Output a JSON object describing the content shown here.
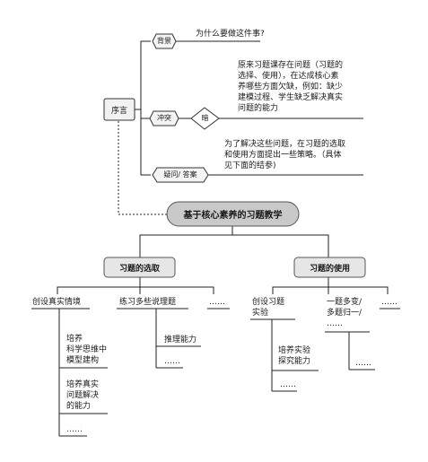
{
  "preface": {
    "label": "序言",
    "background": {
      "label": "背景",
      "text": "为什么要做这件事?"
    },
    "conflict": {
      "label": "冲突",
      "hint_label": "暗",
      "text_lines": [
        "原来习题课存在问题（习题的",
        "选择、使用），在达成核心素",
        "养哪些方面欠缺，例如：缺少",
        "建模过程、学生缺乏解决真实",
        "问题的能力"
      ]
    },
    "question_answer": {
      "label": "疑问/ 答案",
      "text_lines": [
        "为了解决这些问题，在习题的选取",
        "和使用方面提出一些策略。（具体",
        "见下面的结参)"
      ]
    }
  },
  "main_topic": "基于核心素养的习题教学",
  "branches": {
    "selection": {
      "label": "习题的选取",
      "children": {
        "scenario": "创设真实情境",
        "practice": "练习多些说理题",
        "more": "……"
      },
      "scenario_items": [
        [
          "培养",
          "科学思维中",
          "模型建构"
        ],
        [
          "培养真实",
          "问题解决",
          "的能力"
        ],
        [
          "……"
        ]
      ],
      "practice_items": [
        "推理能力",
        "……"
      ]
    },
    "usage": {
      "label": "习题的使用",
      "children": {
        "experiment": [
          "创设习题",
          "实验"
        ],
        "variants": [
          "一题多变/",
          "多题归一/",
          "……"
        ],
        "more": "……"
      },
      "experiment_items": [
        "培养实验",
        "探究能力",
        "……"
      ],
      "variant_items": [
        "……"
      ]
    }
  }
}
